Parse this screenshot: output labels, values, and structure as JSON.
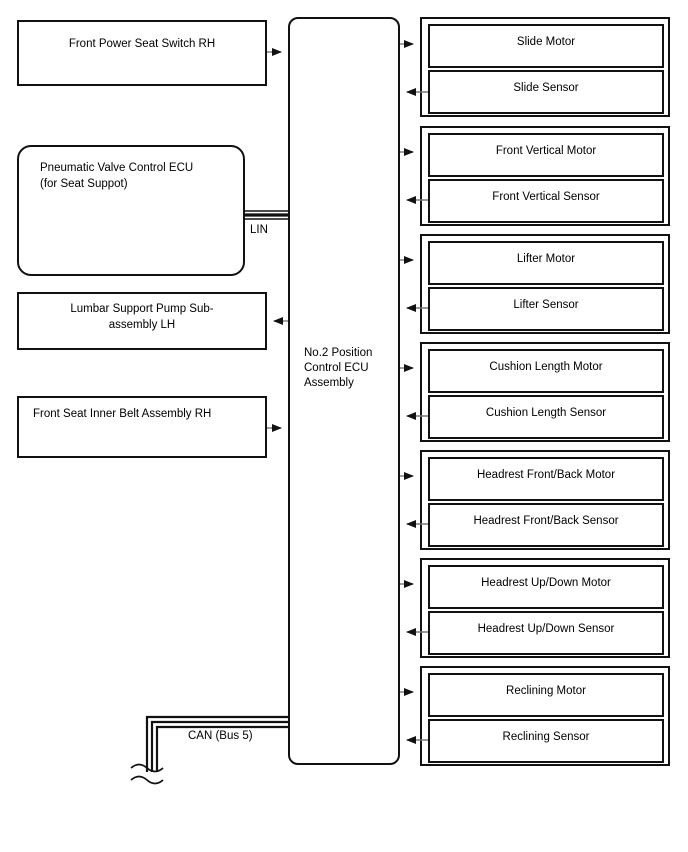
{
  "diagram": {
    "title": "No.2 Position Control ECU Assembly wiring diagram",
    "ecu": {
      "label": "No.2 Position\nControl ECU\nAssembly"
    },
    "left_blocks": [
      {
        "name": "front-power-seat-switch-rh",
        "label": "Front Power Seat Switch RH",
        "shape": "rect",
        "align": "center",
        "direction": "to-ecu"
      },
      {
        "name": "pneumatic-valve-control-ecu",
        "label": "Pneumatic Valve Control ECU\n(for Seat Suppot)",
        "shape": "rounded",
        "align": "left",
        "direction": "bus-lin"
      },
      {
        "name": "lumbar-support-pump-sub-assembly-lh",
        "label": "Lumbar Support Pump Sub-\nassembly LH",
        "shape": "rect",
        "align": "center",
        "direction": "from-ecu"
      },
      {
        "name": "front-seat-inner-belt-assembly-rh",
        "label": "Front Seat Inner Belt Assembly RH",
        "shape": "rect",
        "align": "left",
        "direction": "to-ecu"
      }
    ],
    "buses": [
      {
        "name": "lin-bus",
        "label": "LIN"
      },
      {
        "name": "can-bus",
        "label": "CAN (Bus 5)"
      }
    ],
    "right_groups": [
      {
        "name": "slide-group",
        "motor": "Slide Motor",
        "sensor": "Slide Sensor"
      },
      {
        "name": "front-vertical-group",
        "motor": "Front Vertical Motor",
        "sensor": "Front Vertical Sensor"
      },
      {
        "name": "lifter-group",
        "motor": "Lifter Motor",
        "sensor": "Lifter Sensor"
      },
      {
        "name": "cushion-length-group",
        "motor": "Cushion Length Motor",
        "sensor": "Cushion Length Sensor"
      },
      {
        "name": "headrest-front-back-group",
        "motor": "Headrest Front/Back Motor",
        "sensor": "Headrest Front/Back Sensor"
      },
      {
        "name": "headrest-up-down-group",
        "motor": "Headrest Up/Down Motor",
        "sensor": "Headrest Up/Down Sensor"
      },
      {
        "name": "reclining-group",
        "motor": "Reclining Motor",
        "sensor": "Reclining Sensor"
      }
    ],
    "colors": {
      "line": "#111111",
      "arrow": "#555555",
      "background": "#ffffff"
    }
  }
}
